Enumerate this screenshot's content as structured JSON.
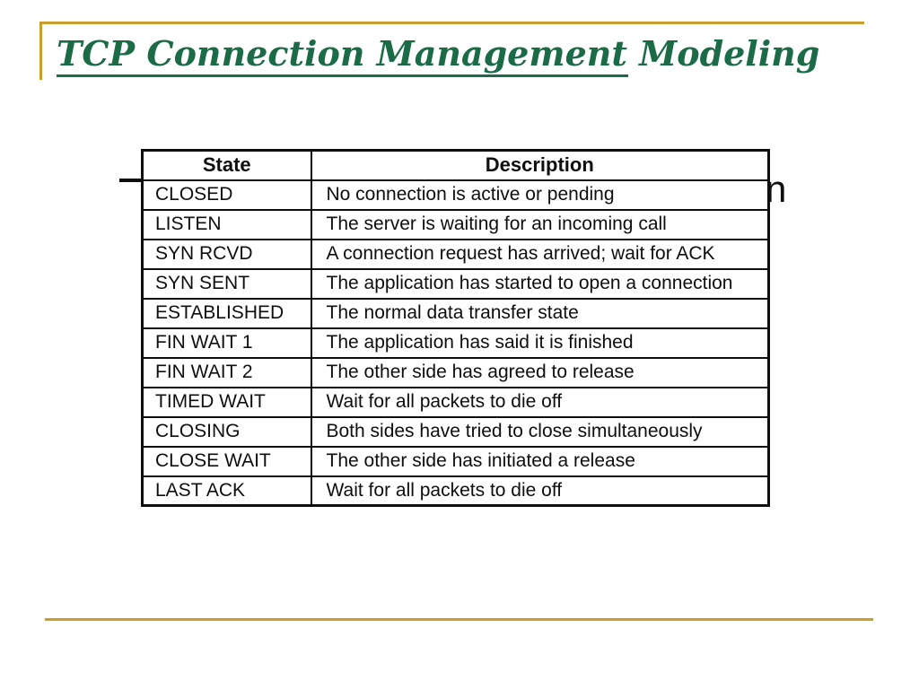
{
  "slide": {
    "title": "TCP Connection Management Modeling",
    "colors": {
      "accent_gold": "#C99E2C",
      "title_green": "#1B6B47",
      "text_ink": "#0e0e0e"
    },
    "occluded_text_fragments": {
      "right_letter": "n"
    }
  },
  "table": {
    "headers": {
      "state": "State",
      "description": "Description"
    },
    "rows": [
      {
        "state": "CLOSED",
        "description": "No connection is active or pending"
      },
      {
        "state": "LISTEN",
        "description": "The server is waiting for an incoming call"
      },
      {
        "state": "SYN RCVD",
        "description": "A connection request has arrived; wait for ACK"
      },
      {
        "state": "SYN SENT",
        "description": "The application has started to open a connection"
      },
      {
        "state": "ESTABLISHED",
        "description": "The normal data transfer state"
      },
      {
        "state": "FIN WAIT 1",
        "description": "The application has said it is finished"
      },
      {
        "state": "FIN WAIT 2",
        "description": "The other side has agreed to release"
      },
      {
        "state": "TIMED WAIT",
        "description": "Wait for all packets to die off"
      },
      {
        "state": "CLOSING",
        "description": "Both sides have tried to close simultaneously"
      },
      {
        "state": "CLOSE WAIT",
        "description": "The other side has initiated a release"
      },
      {
        "state": "LAST ACK",
        "description": "Wait for all packets to die off"
      }
    ]
  }
}
